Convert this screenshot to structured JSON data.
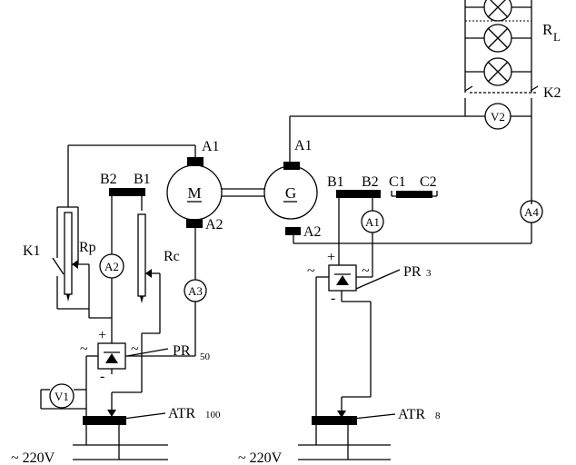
{
  "labels": {
    "load_resistance": "R",
    "load_resistance_sub": "L",
    "switch_k2": "K2",
    "switch_k1": "K1",
    "voltmeter_v2": "V2",
    "voltmeter_v1": "V1",
    "ammeter_a1": "A1",
    "ammeter_a2": "A2",
    "ammeter_a3": "A3",
    "ammeter_a4": "A4",
    "motor_a1": "A1",
    "motor_a2": "A2",
    "motor_b1": "B1",
    "motor_b2": "B2",
    "motor": "M",
    "generator": "G",
    "gen_a1": "A1",
    "gen_a2": "A2",
    "gen_b1": "B1",
    "gen_b2": "B2",
    "gen_c1": "C1",
    "gen_c2": "C2",
    "rp": "Rp",
    "rc": "Rc",
    "pr50_main": "PR",
    "pr50_sub": "50",
    "pr3_main": "PR",
    "pr3_sub": "3",
    "atr100_main": "ATR",
    "atr100_sub": "100",
    "atr8_main": "ATR",
    "atr8_sub": "8",
    "supply_left": "~ 220V",
    "supply_right": "~ 220V",
    "plus_left": "+",
    "minus_left": "-",
    "ac_left_1": "~",
    "ac_left_2": "~",
    "plus_right": "+",
    "minus_right": "-",
    "ac_right_1": "~",
    "ac_right_2": "~"
  }
}
